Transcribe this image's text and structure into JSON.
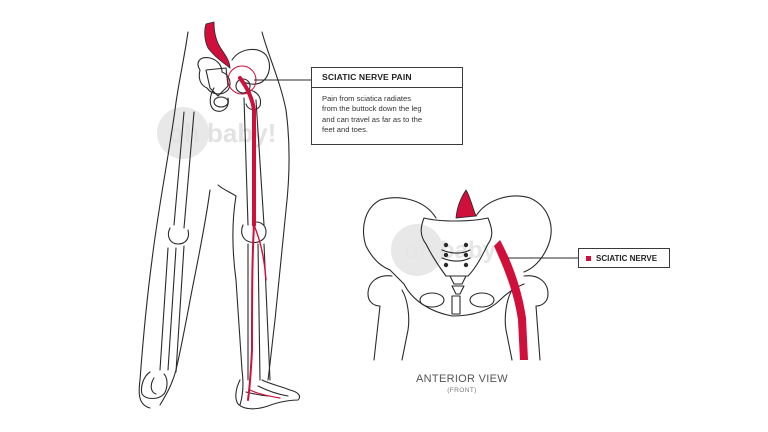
{
  "callout": {
    "title": "SCIATIC NERVE PAIN",
    "body": "Pain from sciatica radiates\nfrom the buttock down the leg\nand can travel as far as to the\nfeet and toes."
  },
  "legend": {
    "label": "SCIATIC NERVE",
    "swatch_color": "#d0103a"
  },
  "view": {
    "title": "ANTERIOR VIEW",
    "subtitle": "(FRONT)"
  },
  "watermark": {
    "text": "oh baby!"
  },
  "colors": {
    "nerve": "#d0103a",
    "outline": "#2a2a2a",
    "highlight_circle": "#d0103a",
    "watermark": "#e6e6e6"
  },
  "figures": [
    {
      "name": "posterior-legs-illustration",
      "description": "Posterior view of pelvis and legs with sciatic nerve path highlighted"
    },
    {
      "name": "anterior-pelvis-illustration",
      "description": "Anterior view of pelvis with sciatic nerve highlighted"
    }
  ]
}
